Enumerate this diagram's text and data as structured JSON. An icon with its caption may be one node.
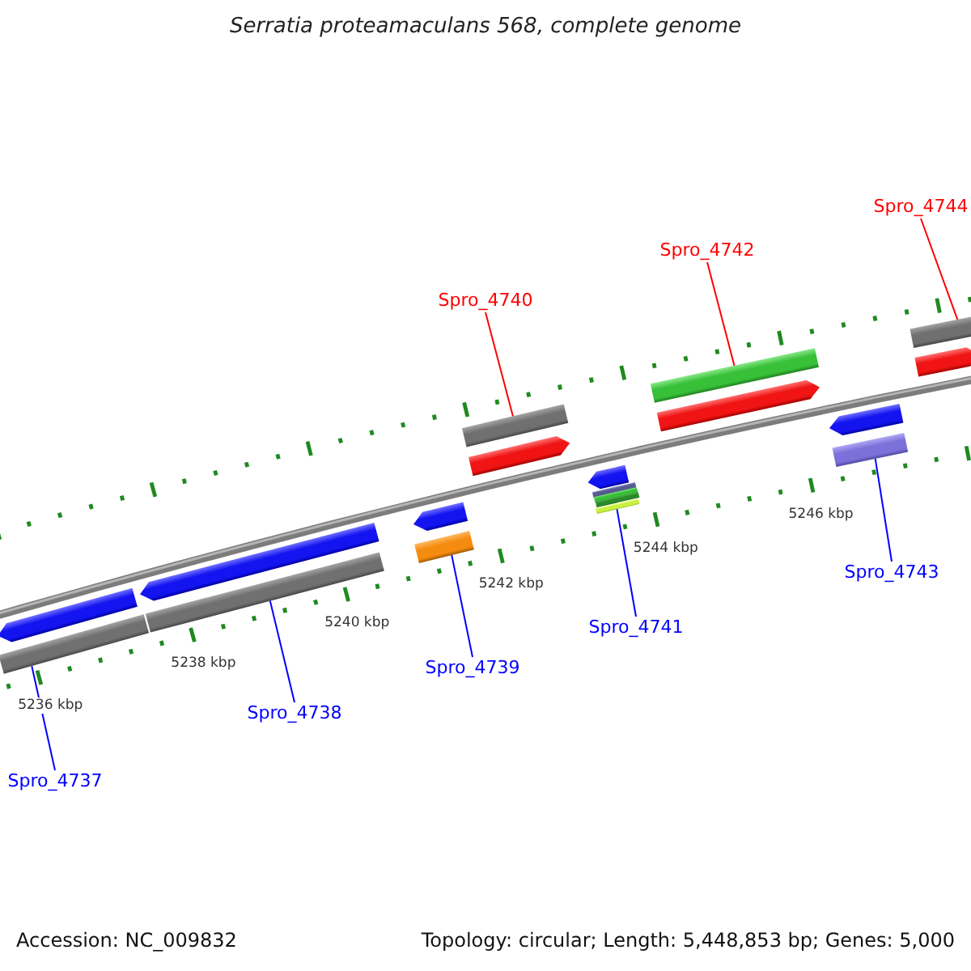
{
  "diagram": {
    "title": "Serratia proteamaculans 568, complete genome",
    "nodes": [
      {
        "text": [
          "Spro_4737"
        ]
      },
      {
        "text": [
          "Spro_4738"
        ]
      },
      {
        "text": [
          "Spro_4739"
        ]
      },
      {
        "text": [
          "Spro_4741"
        ]
      },
      {
        "text": [
          "Spro_4743"
        ]
      },
      {
        "text": [
          "Spro_4740"
        ]
      },
      {
        "text": [
          "Spro_4742"
        ]
      },
      {
        "text": [
          "Spro_4744"
        ]
      },
      {
        "text": [],
        "shape": "bar"
      },
      {
        "text": [],
        "shape": "bar"
      },
      {
        "text": [],
        "shape": "bar"
      },
      {
        "text": [],
        "shape": "bar"
      },
      {
        "text": [],
        "shape": "bar"
      },
      {
        "text": [],
        "shape": "bar"
      },
      {
        "text": [],
        "shape": "bar"
      },
      {
        "text": [],
        "shape": "bar"
      },
      {
        "text": [],
        "shape": "bar"
      },
      {
        "text": [],
        "shape": "bar"
      },
      {
        "text": [],
        "shape": "bar"
      },
      {
        "text": [],
        "shape": "bar"
      },
      {
        "text": [],
        "shape": "bar"
      },
      {
        "text": [],
        "shape": "bar"
      },
      {
        "text": [],
        "shape": "bar"
      },
      {
        "text": [],
        "shape": "bar"
      },
      {
        "text": [],
        "shape": "bar"
      },
      {
        "text": [],
        "shape": "bar"
      },
      {
        "text": [],
        "shape": "bar"
      }
    ],
    "edges": [
      {
        "from": 0,
        "to": 8,
        "arrow": "none"
      },
      {
        "from": 1,
        "to": 10,
        "arrow": "none"
      },
      {
        "from": 2,
        "to": 12,
        "arrow": "none"
      },
      {
        "from": 3,
        "to": 20,
        "arrow": "none"
      },
      {
        "from": 4,
        "to": 23,
        "arrow": "none"
      },
      {
        "from": 5,
        "to": 14,
        "arrow": "none",
        "color": "#ff0000"
      },
      {
        "from": 6,
        "to": 21,
        "arrow": "none",
        "color": "#ff0000"
      },
      {
        "from": 7,
        "to": 25,
        "arrow": "none",
        "color": "#ff0000"
      }
    ],
    "labels": [
      "5236 kbp",
      "5238 kbp",
      "5240 kbp",
      "5242 kbp",
      "5244 kbp",
      "5246 kbp",
      "Accession: NC_009832",
      "Topology: circular; Length: 5,448,853 bp; Genes: 5,000"
    ]
  }
}
